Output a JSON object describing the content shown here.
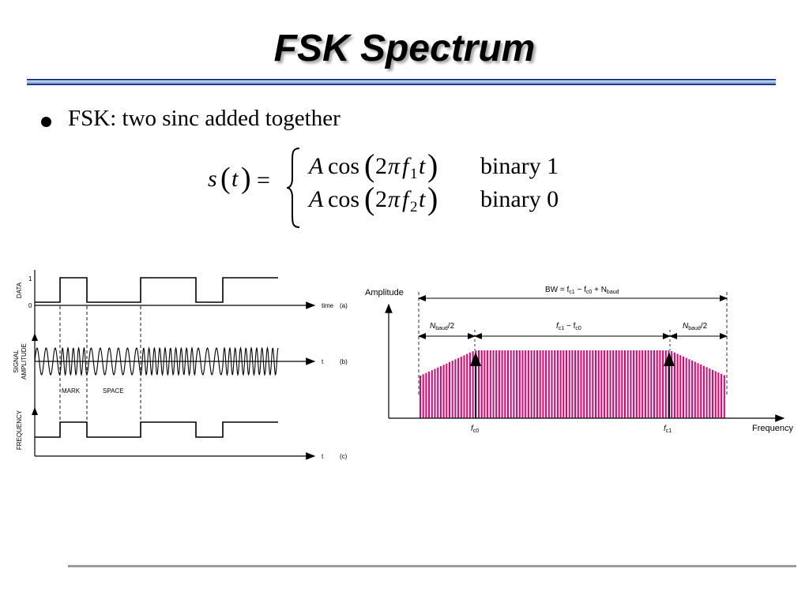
{
  "slide": {
    "title": "FSK Spectrum",
    "bullet": "FSK: two sinc added together"
  },
  "equation": {
    "lhs_s": "s",
    "lhs_open": "(",
    "lhs_t": "t",
    "lhs_close": ")",
    "equals": "=",
    "row1": {
      "A": "A",
      "cos": "cos",
      "open": "(",
      "two": "2",
      "pi": "π",
      "f": "f",
      "sub": "1",
      "t": "t",
      "close": ")",
      "label": "binary 1"
    },
    "row2": {
      "A": "A",
      "cos": "cos",
      "open": "(",
      "two": "2",
      "pi": "π",
      "f": "f",
      "sub": "2",
      "t": "t",
      "close": ")",
      "label": "binary 0"
    }
  },
  "timing_figure": {
    "data_axis_label": "DATA",
    "level_one": "1",
    "level_zero": "0",
    "signal_axis_label_1": "SIGNAL",
    "signal_axis_label_2": "AMPLITUDE",
    "frequency_axis_label": "FREQUENCY",
    "time_label": "time",
    "t_label_b": "t",
    "t_label_c": "t",
    "panel_a": "(a)",
    "panel_b": "(b)",
    "panel_c": "(c)",
    "mark_label": "MARK",
    "space_label": "SPACE",
    "bits": [
      0,
      1,
      0,
      1,
      0,
      1
    ]
  },
  "spectrum_figure": {
    "y_axis_label": "Amplitude",
    "x_axis_label": "Frequency",
    "bw_text": "BW = f",
    "bw_sub1": "c1",
    "bw_minus": " − f",
    "bw_sub2": "c0",
    "bw_plus": " + N",
    "bw_sub3": "baud",
    "left_N": "N",
    "left_sub": "baud",
    "left_tail": "/2",
    "mid_f1": "f",
    "mid_sub1": "c1",
    "mid_minus": " − f",
    "mid_sub2": "c0",
    "right_N": "N",
    "right_sub": "baud",
    "right_tail": "/2",
    "fc0_f": "f",
    "fc0_sub": "c0",
    "fc1_f": "f",
    "fc1_sub": "c1",
    "bar_color": "#e0006e"
  },
  "colors": {
    "title_rule_dark": "#1f3a8a",
    "title_rule_light": "#8fb4e6",
    "footer_rule": "#9a9a9a"
  }
}
